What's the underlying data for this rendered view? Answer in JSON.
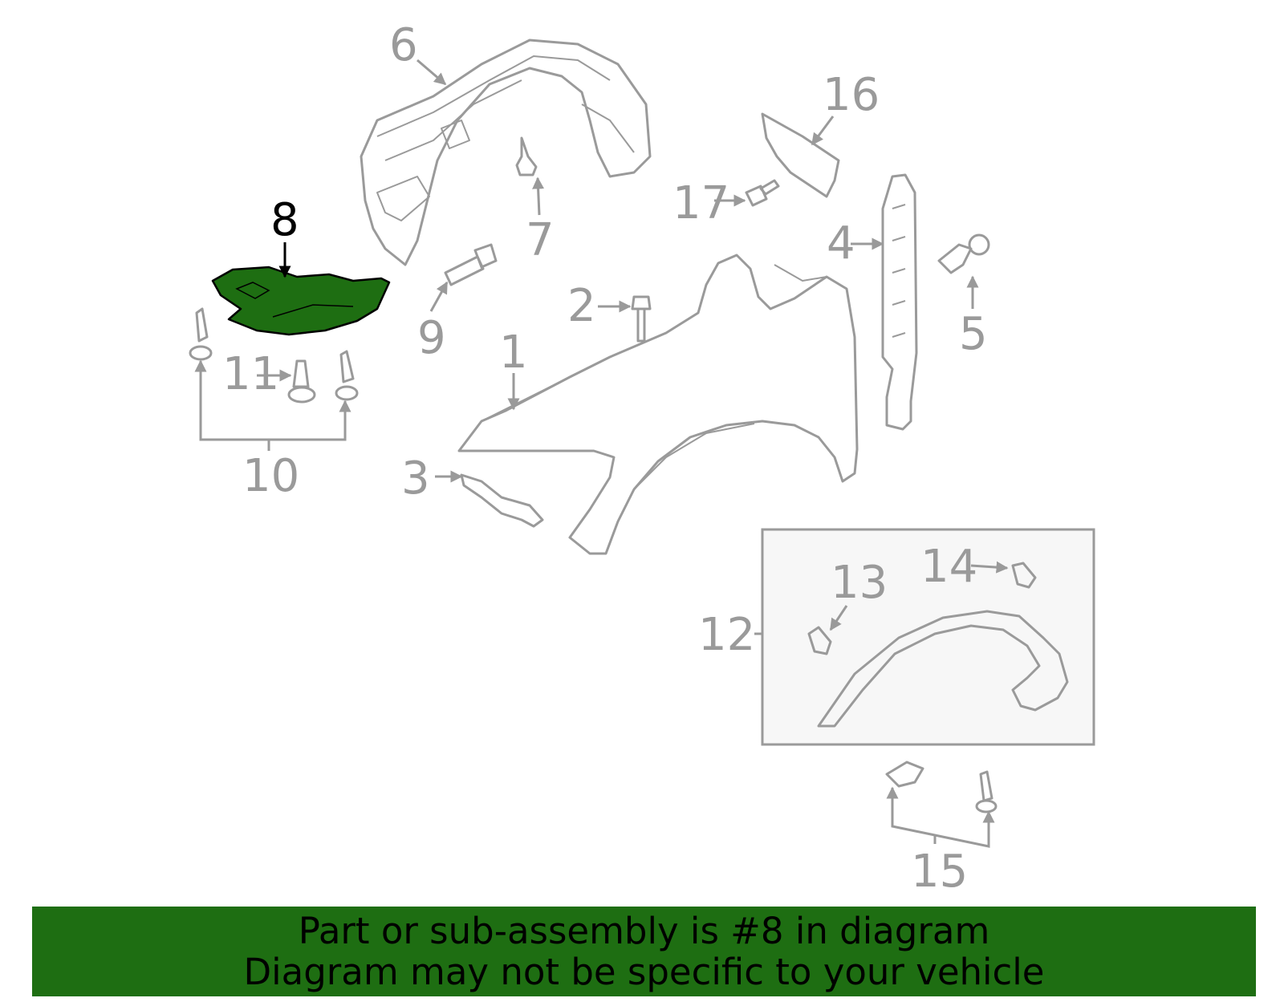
{
  "colors": {
    "highlight": "#1e6e12",
    "line": "#9a9a9a",
    "banner": "#1e6e12"
  },
  "callouts": {
    "c1": "1",
    "c2": "2",
    "c3": "3",
    "c4": "4",
    "c5": "5",
    "c6": "6",
    "c7": "7",
    "c8": "8",
    "c9": "9",
    "c10": "10",
    "c11": "11",
    "c12": "12",
    "c13": "13",
    "c14": "14",
    "c15": "15",
    "c16": "16",
    "c17": "17"
  },
  "highlighted_part": "8",
  "banner": {
    "line1": "Part or sub-assembly is #8 in diagram",
    "line2": "Diagram may not be specific to your vehicle"
  }
}
